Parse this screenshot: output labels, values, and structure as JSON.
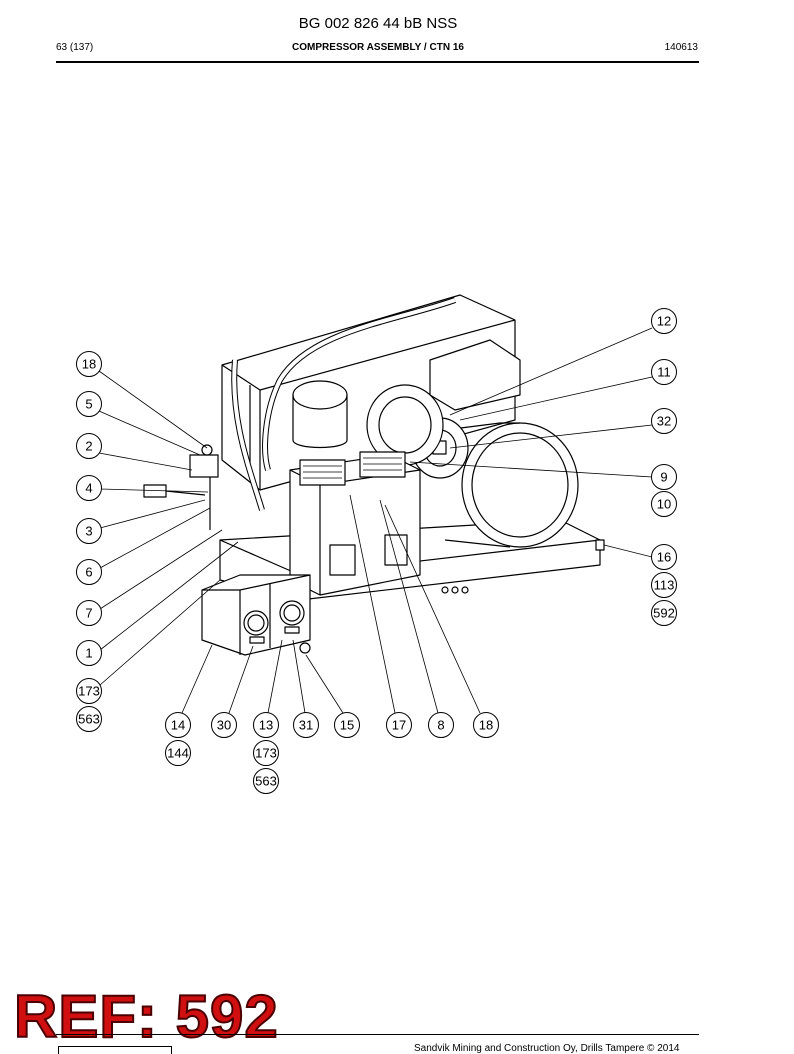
{
  "header": {
    "doc_number": "BG 002 826 44 bB NSS",
    "page": "63 (137)",
    "section": "COMPRESSOR ASSEMBLY / CTN 16",
    "date_code": "140613"
  },
  "callouts": [
    "18",
    "5",
    "2",
    "4",
    "3",
    "6",
    "7",
    "1",
    "173",
    "563",
    "12",
    "11",
    "32",
    "9",
    "10",
    "16",
    "113",
    "592",
    "14",
    "144",
    "30",
    "13",
    "173",
    "563",
    "31",
    "15",
    "17",
    "8",
    "18"
  ],
  "ref_stamp": "REF: 592",
  "footer": {
    "copyright": "Sandvik Mining and Construction Oy, Drills Tampere © 2014"
  },
  "colors": {
    "stamp_fill": "#d01010",
    "line": "#000000"
  }
}
